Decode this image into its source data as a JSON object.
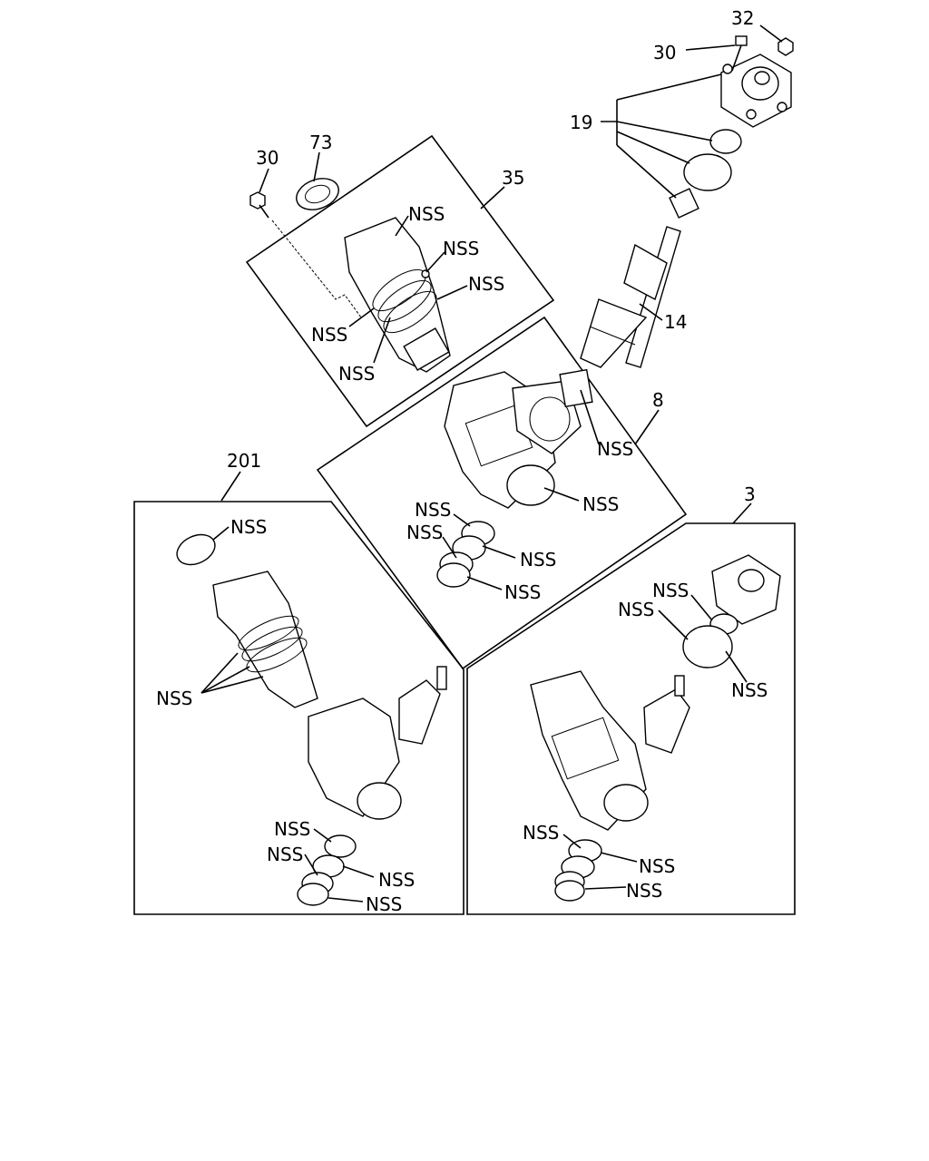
{
  "callouts": {
    "n32": "32",
    "n30_top": "30",
    "n19": "19",
    "n30_left": "30",
    "n73": "73",
    "n35": "35",
    "n14": "14",
    "n8": "8",
    "n201": "201",
    "n3": "3"
  },
  "nss_label": "NSS",
  "nss_labels": [
    "NSS",
    "NSS",
    "NSS",
    "NSS",
    "NSS",
    "NSS",
    "NSS",
    "NSS",
    "NSS",
    "NSS",
    "NSS",
    "NSS",
    "NSS",
    "NSS",
    "NSS",
    "NSS",
    "NSS",
    "NSS",
    "NSS",
    "NSS",
    "NSS",
    "NSS",
    "NSS"
  ]
}
